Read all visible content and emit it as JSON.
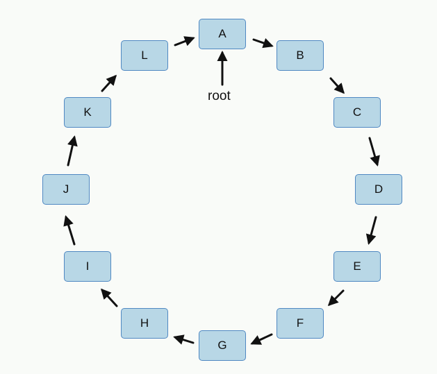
{
  "diagram": {
    "nodes": [
      {
        "id": "A",
        "label": "A"
      },
      {
        "id": "B",
        "label": "B"
      },
      {
        "id": "C",
        "label": "C"
      },
      {
        "id": "D",
        "label": "D"
      },
      {
        "id": "E",
        "label": "E"
      },
      {
        "id": "F",
        "label": "F"
      },
      {
        "id": "G",
        "label": "G"
      },
      {
        "id": "H",
        "label": "H"
      },
      {
        "id": "I",
        "label": "I"
      },
      {
        "id": "J",
        "label": "J"
      },
      {
        "id": "K",
        "label": "K"
      },
      {
        "id": "L",
        "label": "L"
      }
    ],
    "edges": [
      {
        "from": "A",
        "to": "B"
      },
      {
        "from": "B",
        "to": "C"
      },
      {
        "from": "C",
        "to": "D"
      },
      {
        "from": "D",
        "to": "E"
      },
      {
        "from": "E",
        "to": "F"
      },
      {
        "from": "F",
        "to": "G"
      },
      {
        "from": "G",
        "to": "H"
      },
      {
        "from": "H",
        "to": "I"
      },
      {
        "from": "I",
        "to": "J"
      },
      {
        "from": "J",
        "to": "K"
      },
      {
        "from": "K",
        "to": "L"
      },
      {
        "from": "L",
        "to": "A"
      }
    ],
    "pointer": {
      "label": "root",
      "target": "A"
    },
    "colors": {
      "node_fill": "#b8d7e6",
      "node_border": "#4f88c2",
      "arrow": "#111111",
      "background": "#f9fbf8"
    }
  }
}
